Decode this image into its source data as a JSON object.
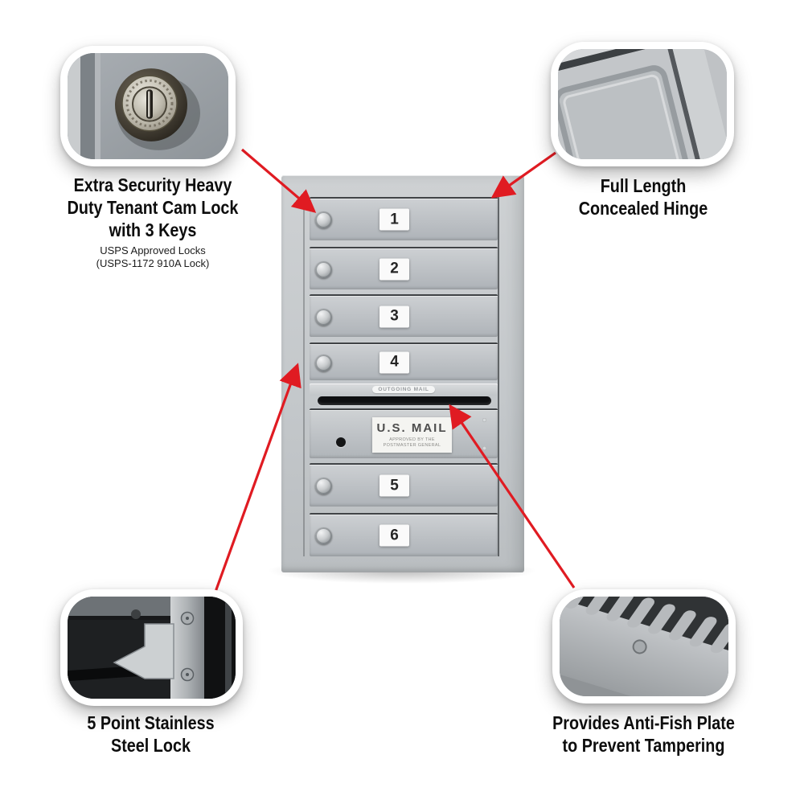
{
  "colors": {
    "arrow": "#e01b22",
    "mailbox_body": "#c5c9cc",
    "door_face": "#bcc0c4",
    "slot": "#0e0f11",
    "tag_bg": "#fafafa",
    "text": "#0d0d0d"
  },
  "callouts": {
    "cam_lock": {
      "title_lines": [
        "Extra Security Heavy",
        "Duty Tenant Cam Lock",
        "with 3 Keys"
      ],
      "subtitle_lines": [
        "USPS Approved Locks",
        "(USPS-1172 910A Lock)"
      ]
    },
    "hinge": {
      "title_lines": [
        "Full Length",
        "Concealed Hinge"
      ]
    },
    "five_point_lock": {
      "title_lines": [
        "5 Point Stainless",
        "Steel Lock"
      ]
    },
    "anti_fish": {
      "title_lines": [
        "Provides Anti-Fish Plate",
        "to Prevent Tampering"
      ]
    }
  },
  "mailbox": {
    "doors": [
      "1",
      "2",
      "3",
      "4",
      "5",
      "6"
    ],
    "outgoing_label": "OUTGOING MAIL",
    "placard_title": "U.S.  MAIL",
    "placard_subtitle": "APPROVED BY THE POSTMASTER GENERAL"
  }
}
